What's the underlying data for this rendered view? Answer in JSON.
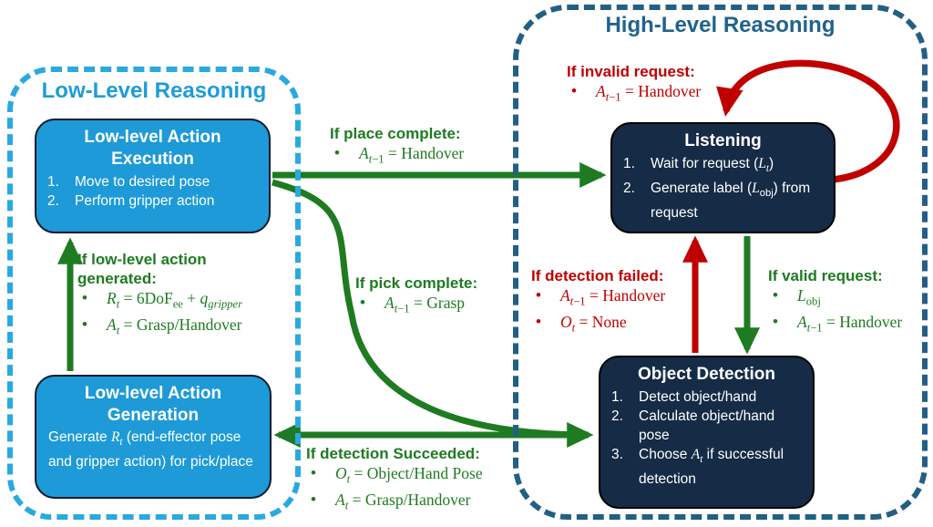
{
  "colors": {
    "low_accent": "#29A9E0",
    "high_accent": "#235F85",
    "box_blue": "#1D9AD7",
    "box_navy": "#152B46",
    "green": "#1E7B21",
    "red": "#C00000"
  },
  "bullet": "•",
  "nums": [
    "1.",
    "2.",
    "3."
  ],
  "containers": {
    "low": {
      "title": "Low-Level Reasoning"
    },
    "high": {
      "title": "High-Level Reasoning"
    }
  },
  "boxes": {
    "execution": {
      "title": "Low-level Action Execution",
      "items": [
        "Move to desired pose",
        "Perform gripper action"
      ]
    },
    "generation": {
      "title": "Low-level Action Generation",
      "body": "Generate *R*_{*t*} (end-effector pose and gripper action) for pick/place"
    },
    "listening": {
      "title": "Listening",
      "items": [
        "Wait for request (*L*_{*t*})",
        "Generate label (*L*_{obj}) from request"
      ]
    },
    "detection": {
      "title": "Object Detection",
      "items": [
        "Detect object/hand",
        "Calculate object/hand pose",
        "Choose *A*_{*t*} if successful detection"
      ]
    }
  },
  "labels": {
    "place": {
      "heading": "If place complete:",
      "bullets": [
        "*A*_{*t*−1} = Handover"
      ]
    },
    "pick": {
      "heading": "If pick complete:",
      "bullets": [
        "*A*_{*t*−1} = Grasp"
      ]
    },
    "detection_succeeded": {
      "heading": "If detection Succeeded:",
      "bullets": [
        "*O*_{*t*} = Object/Hand Pose",
        "*A*_{*t*} = Grasp/Handover"
      ]
    },
    "low_level_generated": {
      "heading": "If low-level action generated:",
      "bullets": [
        "*R*_{*t*} = 6DoF_{ee} + *q*_{*gripper*}",
        "*A*_{*t*} = Grasp/Handover"
      ]
    },
    "invalid_request": {
      "heading": "If invalid request:",
      "bullets": [
        "*A*_{*t*−1} = Handover"
      ]
    },
    "detection_failed": {
      "heading": "If detection failed:",
      "bullets": [
        "*A*_{*t*−1} = Handover",
        "*O*_{*t*} = None"
      ]
    },
    "valid_request": {
      "heading": "If valid request:",
      "bullets": [
        "*L*_{obj}",
        "*A*_{*t*−1} = Handover"
      ]
    }
  }
}
